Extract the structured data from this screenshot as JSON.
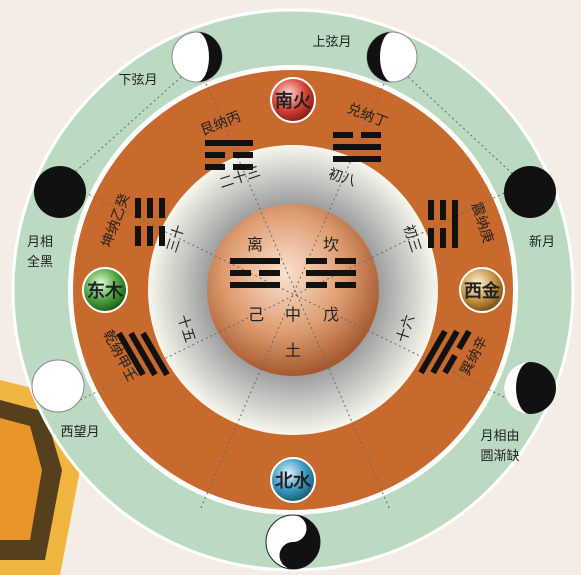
{
  "moon_labels": {
    "top_right": "上弦月",
    "top_left": "下弦月",
    "left_upper": [
      "月相",
      "全黑"
    ],
    "right_upper": "新月",
    "left_lower": "西望月",
    "right_lower": [
      "月相由",
      "圆渐缺"
    ]
  },
  "elements": {
    "south": "南火",
    "north": "北水",
    "east": "东木",
    "west": "西金"
  },
  "trigrams": {
    "gen": "艮纳丙",
    "dui": "兑纳丁",
    "kun": "坤纳乙癸",
    "zhen": "震纳庚",
    "qian": "乾纳甲壬",
    "xun": "巽纳辛"
  },
  "days": {
    "d23": "二十三",
    "d8": "初八",
    "d30": "三十",
    "d3": "初三",
    "d15": "十五",
    "d16": "十六"
  },
  "center": {
    "li": "离",
    "kan": "坎",
    "ji": "己",
    "zhong": "中",
    "wu": "戊",
    "tu": "土"
  },
  "colors": {
    "outer_ring": "#bcd9c2",
    "orange_ring": "#c8692d",
    "south_fire": "#c4322a",
    "north_water": "#2e86a8",
    "east_wood": "#3e8e3a",
    "west_metal": "#b07a2a"
  }
}
